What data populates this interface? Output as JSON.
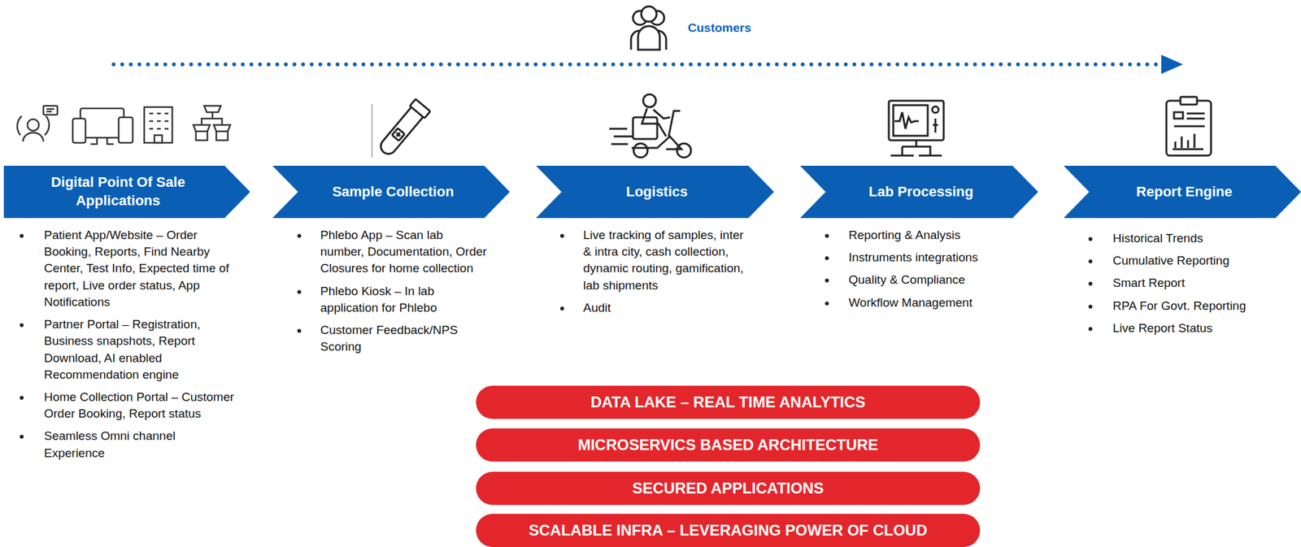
{
  "diagram": {
    "nodes": [
      {
        "text": [
          "Digital Point Of Sale Applications"
        ]
      },
      {
        "text": [
          "Sample Collection"
        ]
      },
      {
        "text": [
          "Logistics"
        ]
      },
      {
        "text": [
          "Lab Processing"
        ]
      },
      {
        "text": [
          "Report Engine"
        ]
      },
      {
        "text": [
          "DATA LAKE – REAL TIME ANALYTICS"
        ]
      },
      {
        "text": [
          "MICROSERVICS BASED ARCHITECTURE"
        ]
      },
      {
        "text": [
          "SECURED APPLICATIONS"
        ]
      },
      {
        "text": [
          "SCALABLE INFRA – LEVERAGING POWER OF CLOUD"
        ]
      }
    ],
    "edges": [],
    "labels": [
      "Customers",
      "Patient App/Website – Order Booking, Reports, Find Nearby Center, Test Info, Expected time of report, Live order status, App Notifications",
      "Partner Portal – Registration, Business snapshots, Report Download, AI enabled Recommendation engine",
      "Home Collection Portal – Customer Order Booking, Report status",
      "Seamless Omni channel Experience",
      "Phlebo App – Scan lab number, Documentation, Order Closures for home collection",
      "Phlebo Kiosk – In lab application for Phlebo",
      "Customer Feedback/NPS Scoring",
      "Live tracking of samples, inter & intra city, cash collection, dynamic routing, gamification, lab shipments",
      "Audit",
      "Reporting & Analysis",
      "Instruments integrations",
      "Quality & Compliance",
      "Workflow Management",
      "Historical Trends",
      "Cumulative Reporting",
      "Smart Report",
      "RPA For Govt. Reporting",
      "Live Report Status"
    ]
  }
}
